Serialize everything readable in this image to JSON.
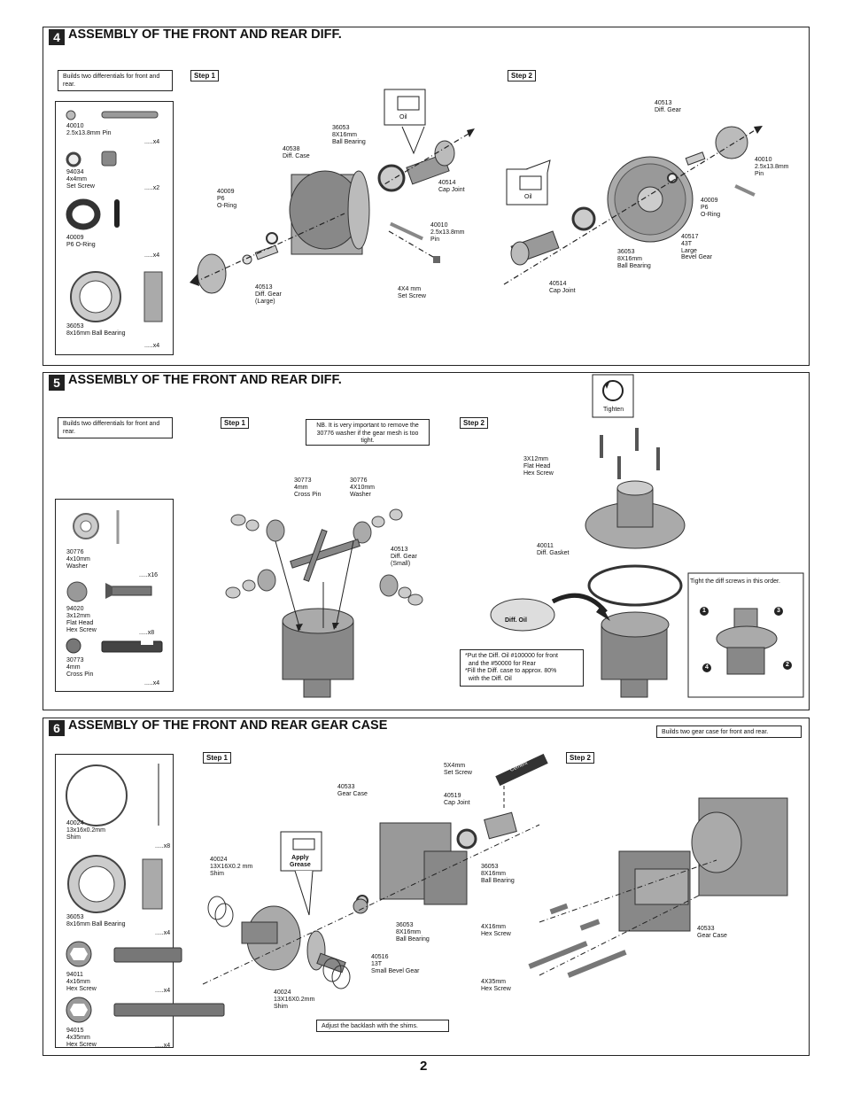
{
  "page_number": "2",
  "s4": {
    "num": "4",
    "title": "ASSEMBLY OF THE FRONT AND REAR DIFF.",
    "note": "Builds two differentials for front and rear.",
    "parts": [
      {
        "code": "40010",
        "desc": "2.5x13.8mm Pin",
        "qty": ".....x4"
      },
      {
        "code": "94034",
        "desc": "4x4mm\nSet Screw",
        "qty": ".....x2"
      },
      {
        "code": "40009",
        "desc": "P6 O-Ring",
        "qty": ".....x4"
      },
      {
        "code": "36053",
        "desc": "8x16mm Ball Bearing",
        "qty": ".....x4"
      }
    ],
    "step1": "Step 1",
    "step2": "Step 2",
    "oil": "Oil",
    "labels": {
      "a": "36053\n8X16mm\nBall Bearing",
      "b": "40538\nDiff. Case",
      "c": "40514\nCap Joint",
      "d": "40009\nP6\nO-Ring",
      "e": "40010\n2.5x13.8mm\nPin",
      "f": "40513\nDiff. Gear\n(Large)",
      "g": "4X4 mm\nSet Screw",
      "h": "40513\nDiff. Gear",
      "i": "40010\n2.5x13.8mm\nPin",
      "j": "40009\nP6\nO-Ring",
      "k": "40517\n43T\nLarge\nBevel Gear",
      "l": "36053\n8X16mm\nBall Bearing",
      "m": "40514\nCap Joint"
    }
  },
  "s5": {
    "num": "5",
    "title": "ASSEMBLY OF THE FRONT AND REAR DIFF.",
    "note": "Builds two differentials for front and rear.",
    "step1": "Step 1",
    "step2": "Step 2",
    "nb": "NB. It is very important to remove the 30776 washer if the gear mesh is too tight.",
    "tighten": "Tighten",
    "parts": [
      {
        "code": "30776",
        "desc": "4x10mm\nWasher",
        "qty": ".....x16"
      },
      {
        "code": "94020",
        "desc": "3x12mm\nFlat Head\nHex Screw",
        "qty": ".....x8"
      },
      {
        "code": "30773",
        "desc": "4mm\nCross Pin",
        "qty": ".....x4"
      }
    ],
    "labels": {
      "a": "30773\n4mm\nCross Pin",
      "b": "30776\n4X10mm\nWasher",
      "c": "40513\nDiff. Gear\n(Small)",
      "d": "3X12mm\nFlat Head\nHex Screw",
      "e": "40011\nDiff. Gasket"
    },
    "diff_oil": "Diff. Oil",
    "oil_note": "*Put the Diff. Oil #100000 for front\n  and the #50000 for Rear\n*Fill the Diff. case to approx. 80%\n  with the Diff. Oil",
    "order_note": "Tight the diff screws in this order.",
    "order": [
      "1",
      "3",
      "4",
      "2"
    ]
  },
  "s6": {
    "num": "6",
    "title": "ASSEMBLY OF THE FRONT AND REAR GEAR CASE",
    "note": "Builds two gear case for front and rear.",
    "step1": "Step 1",
    "step2": "Step 2",
    "parts": [
      {
        "code": "40024",
        "desc": "13x16x0.2mm\nShim",
        "qty": ".....x8"
      },
      {
        "code": "36053",
        "desc": "8x16mm Ball Bearing",
        "qty": ".....x4"
      },
      {
        "code": "94011",
        "desc": "4x16mm\nHex Screw",
        "qty": ".....x4"
      },
      {
        "code": "94015",
        "desc": "4x35mm\nHex Screw",
        "qty": ".....x4"
      }
    ],
    "grease": "Apply\nGrease",
    "screw_cement": "Screw\nCement",
    "backlash": "Adjust the backlash with the shims.",
    "labels": {
      "a": "5X4mm\nSet Screw",
      "b": "40533\nGear Case",
      "c": "40519\nCap Joint",
      "d": "40024\n13X16X0.2 mm\nShim",
      "e": "36053\n8X16mm\nBall Bearing",
      "f": "36053\n8X16mm\nBall Bearing",
      "g": "40516\n13T\nSmall Bevel Gear",
      "h": "40024\n13X16X0.2mm\nShim",
      "i": "4X16mm\nHex Screw",
      "j": "4X35mm\nHex Screw",
      "k": "40533\nGear Case"
    }
  }
}
